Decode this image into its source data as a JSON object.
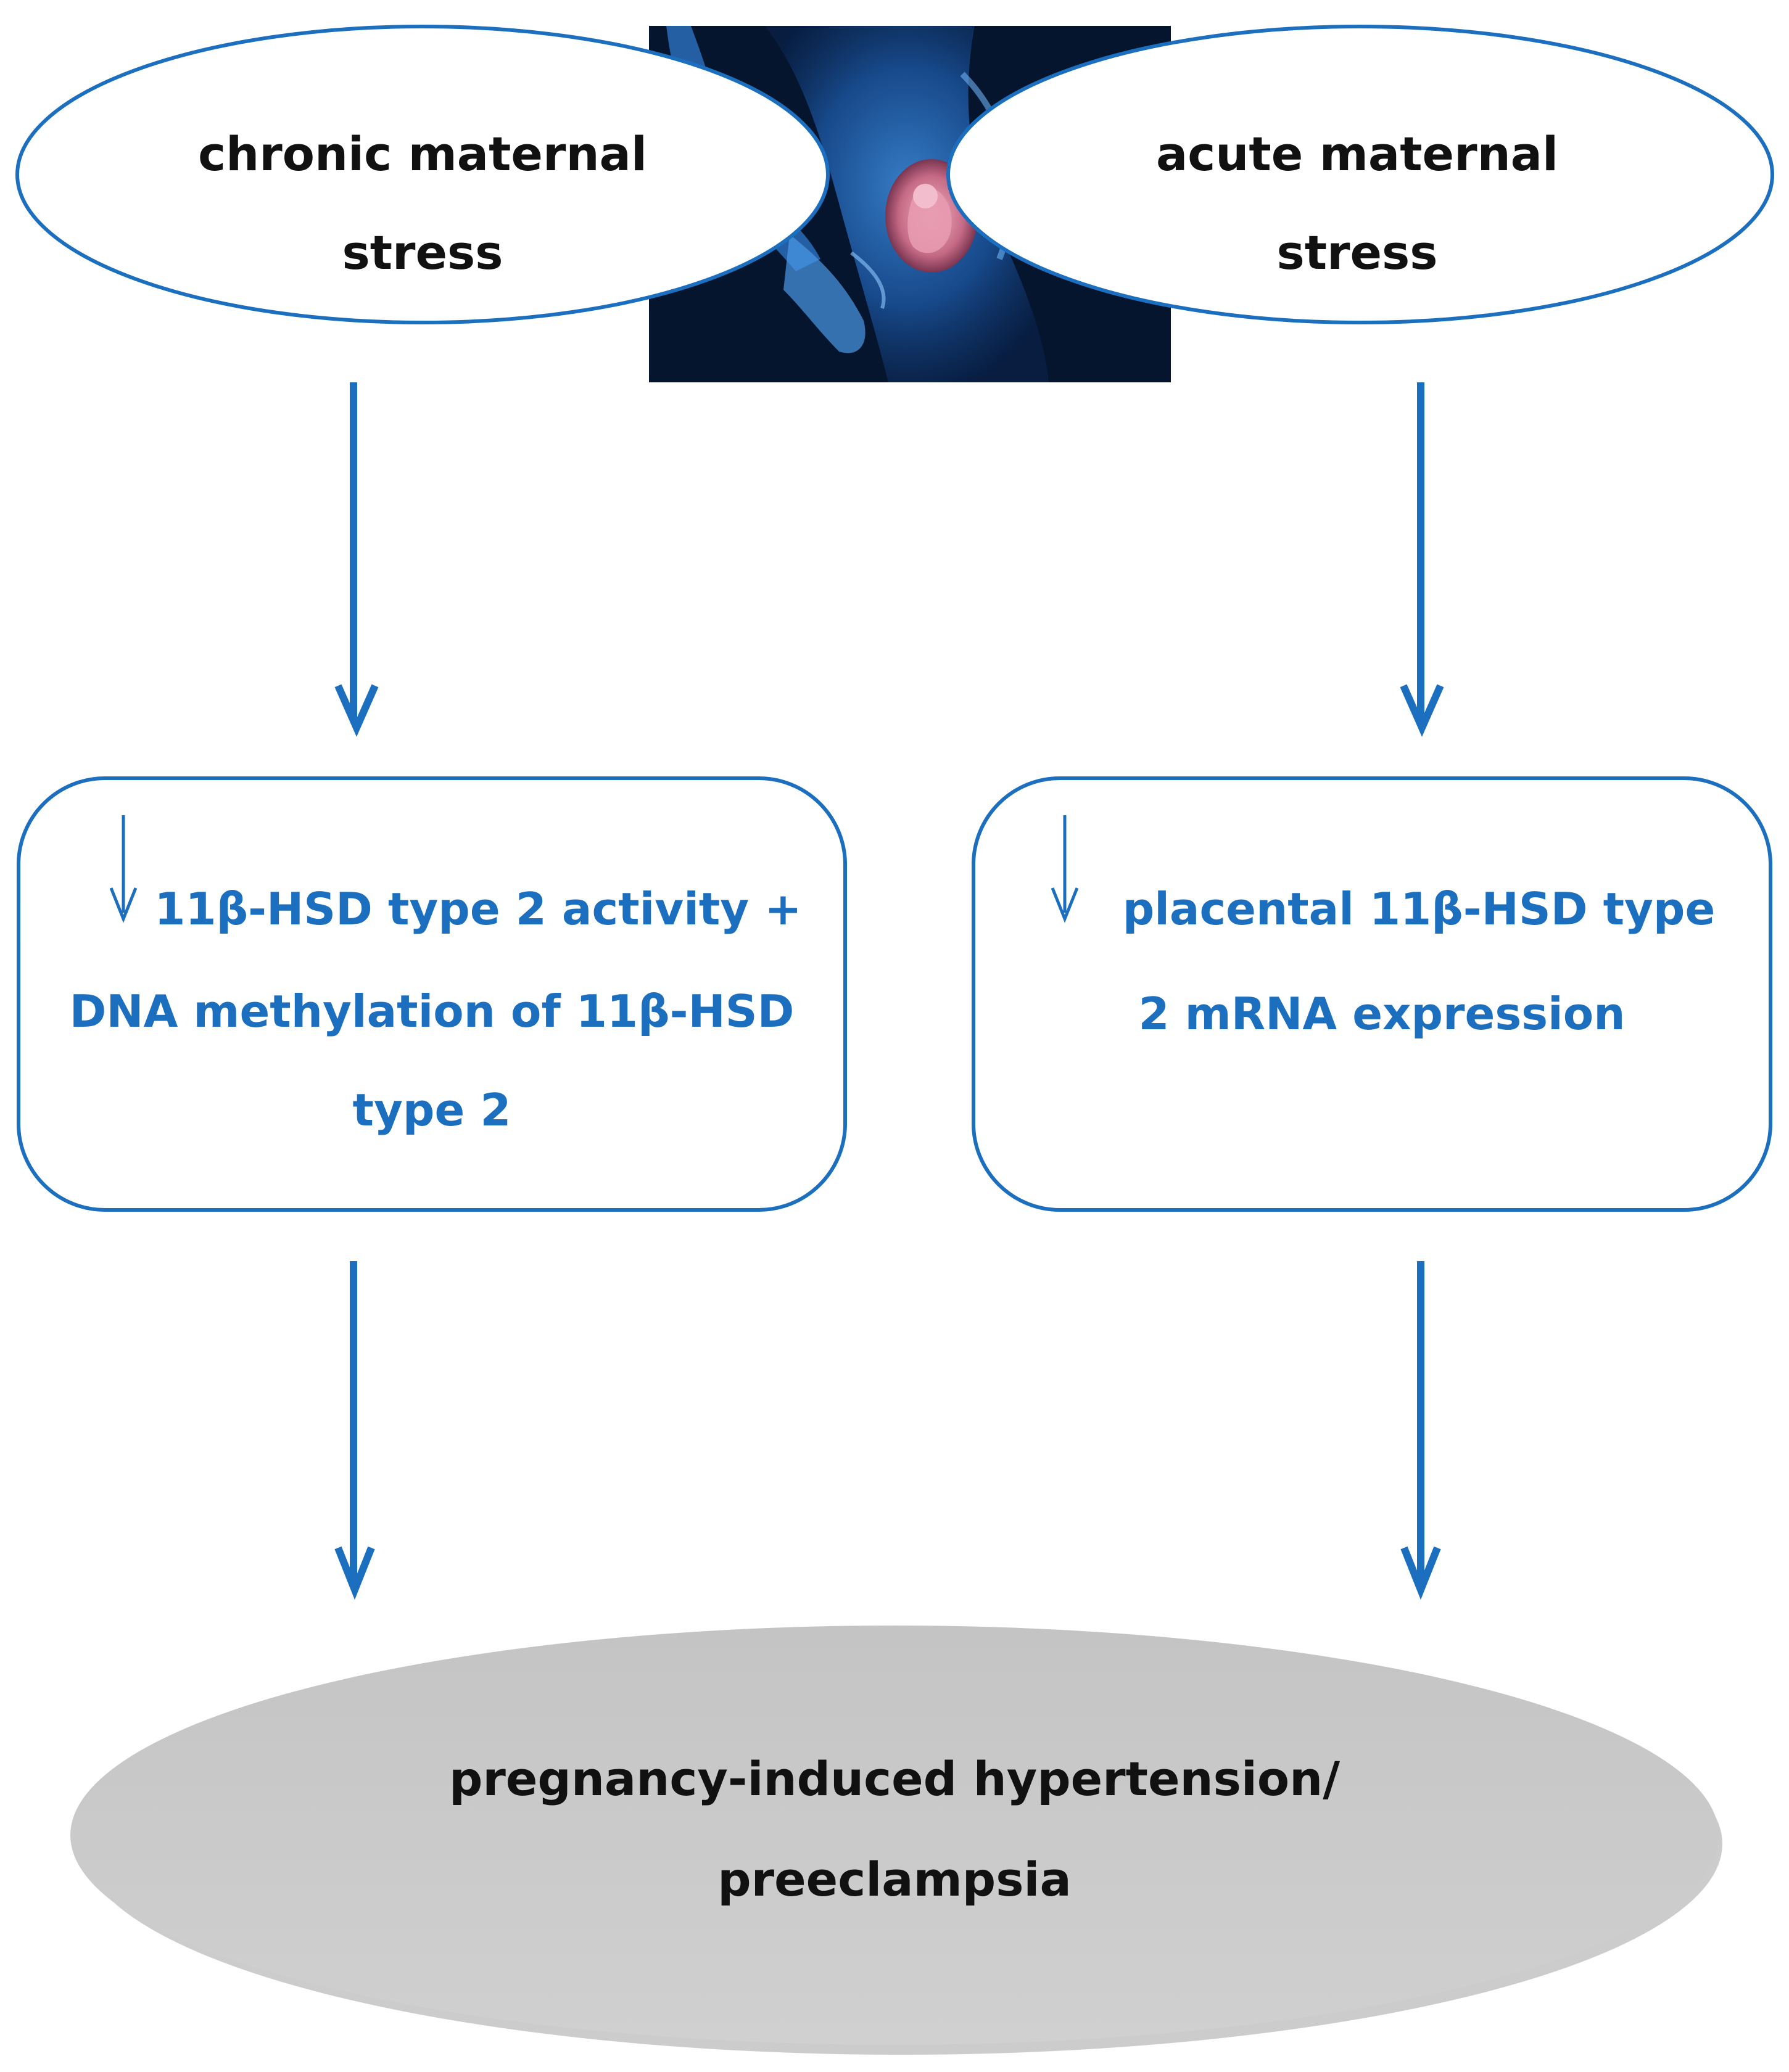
{
  "colors": {
    "accent_blue": "#1c6fbf",
    "text_dark": "#111111",
    "outcome_fill": "#cbcbcb",
    "photo_background": "#05152e"
  },
  "image": {
    "icon": "pregnant-woman-fetus-illustration"
  },
  "nodes": {
    "chronic_stress": {
      "line1": "chronic maternal",
      "line2": "stress"
    },
    "acute_stress": {
      "line1": "acute maternal",
      "line2": "stress"
    },
    "chronic_effect": {
      "line1": "11β-HSD type 2 activity +",
      "line2": "DNA methylation of 11β-HSD",
      "line3": "type 2"
    },
    "acute_effect": {
      "line1": "placental 11β-HSD type",
      "line2": "2 mRNA expression"
    },
    "outcome": {
      "line1": "pregnancy-induced hypertension/",
      "line2": "preeclampsia"
    }
  }
}
